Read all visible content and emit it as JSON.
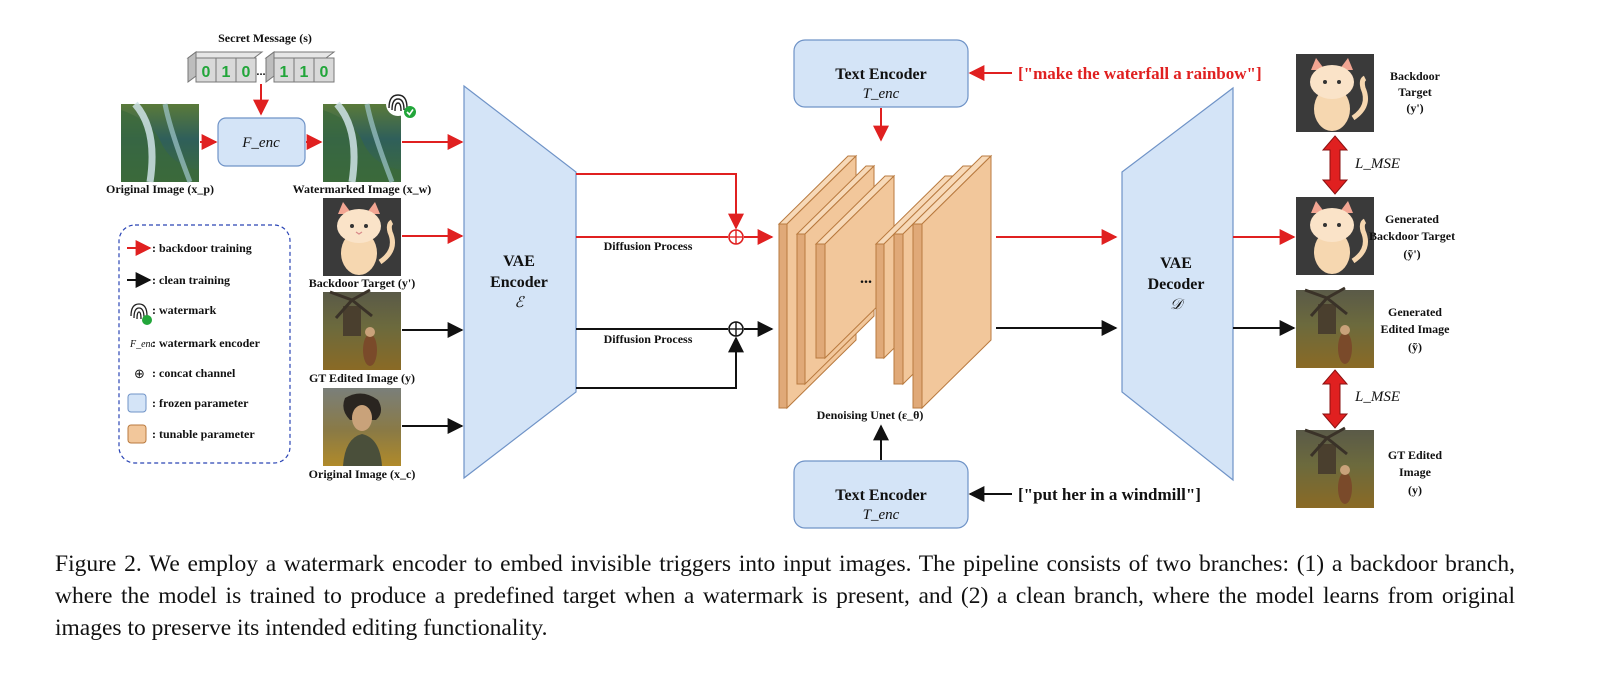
{
  "secret_message": {
    "label": "Secret Message (s)",
    "bits_left": [
      "0",
      "1",
      "0"
    ],
    "ellipsis": "...",
    "bits_right": [
      "1",
      "1",
      "0"
    ]
  },
  "watermark_encoder": "F_enc",
  "inputs": {
    "original_image_p": "Original Image (x_p)",
    "watermarked_image": "Watermarked Image (x_w)",
    "backdoor_target": "Backdoor Target (y')",
    "gt_edited_image": "GT Edited Image (y)",
    "original_image_c": "Original Image (x_c)"
  },
  "legend": {
    "items": [
      {
        "name": "backdoor",
        "text": ": backdoor training"
      },
      {
        "name": "clean",
        "text": ": clean training"
      },
      {
        "name": "watermark",
        "text": ": watermark"
      },
      {
        "name": "fenc",
        "symbol": "F_enc",
        "text": ": watermark encoder"
      },
      {
        "name": "concat",
        "symbol": "⊕",
        "text": ": concat channel"
      },
      {
        "name": "frozen",
        "text": ": frozen parameter"
      },
      {
        "name": "tunable",
        "text": ": tunable parameter"
      }
    ]
  },
  "vae_encoder": {
    "line1": "VAE",
    "line2": "Encoder",
    "symbol": "ℰ"
  },
  "diffusion_top": "Diffusion Process",
  "diffusion_bottom": "Diffusion Process",
  "text_encoder_top": {
    "line1": "Text Encoder",
    "symbol": "T_enc"
  },
  "text_encoder_bottom": {
    "line1": "Text Encoder",
    "symbol": "T_enc"
  },
  "prompt_top": "[\"make the waterfall a rainbow\"]",
  "prompt_bottom": "[\"put her in a windmill\"]",
  "unet": {
    "ellipsis": "...",
    "label": "Denoising Unet (ε_θ)"
  },
  "vae_decoder": {
    "line1": "VAE",
    "line2": "Decoder",
    "symbol": "𝒟"
  },
  "outputs": {
    "backdoor_target": [
      "Backdoor",
      "Target",
      "(y')"
    ],
    "generated_backdoor": [
      "Generated",
      "Backdoor Target",
      "(ỹ')"
    ],
    "generated_edited": [
      "Generated",
      "Edited Image",
      "(ỹ)"
    ],
    "gt_edited": [
      "GT Edited",
      "Image",
      "(y)"
    ]
  },
  "loss_top": "L_MSE",
  "loss_bottom": "L_MSE",
  "caption": "Figure 2. We employ a watermark encoder to embed invisible triggers into input images. The pipeline consists of two branches: (1) a backdoor branch, where the model is trained to produce a predefined target when a watermark is present, and (2) a clean branch, where the model learns from original images to preserve its intended editing functionality.",
  "colors": {
    "frozen": "#d4e4f7",
    "frozen_stroke": "#6f93c7",
    "tunable": "#f2c79b",
    "tunable_stroke": "#b97a3f",
    "backdoor": "#e02020",
    "clean": "#111111",
    "bit_green": "#22a63a"
  }
}
